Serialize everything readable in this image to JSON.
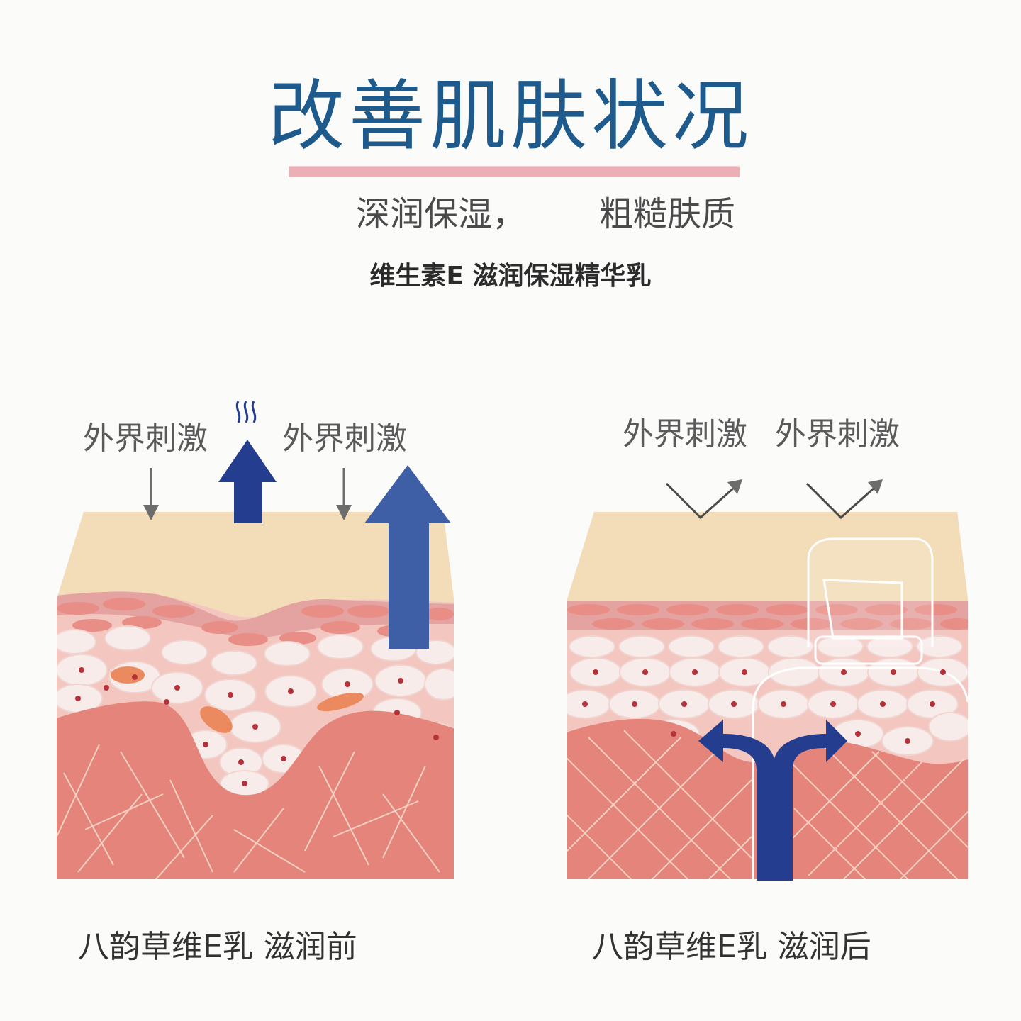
{
  "title": "改善肌肤状况",
  "subtitle": {
    "left": "深润保湿，",
    "right": "粗糙肤质"
  },
  "product_name": "维生素E 滋润保湿精华乳",
  "before": {
    "labels": [
      "外界刺激",
      "外界刺激"
    ],
    "caption": "八韵草维E乳 滋润前"
  },
  "after": {
    "labels": [
      "外界刺激",
      "外界刺激"
    ],
    "caption": "八韵草维E乳 滋润后"
  },
  "colors": {
    "title": "#1e5b8c",
    "accent_rule": "#eab0b5",
    "arrow_blue": "#243d8e",
    "skin_top": "#f3dcb8",
    "dermis": "#e4847a",
    "cell_layer": "#f3c3c0"
  }
}
